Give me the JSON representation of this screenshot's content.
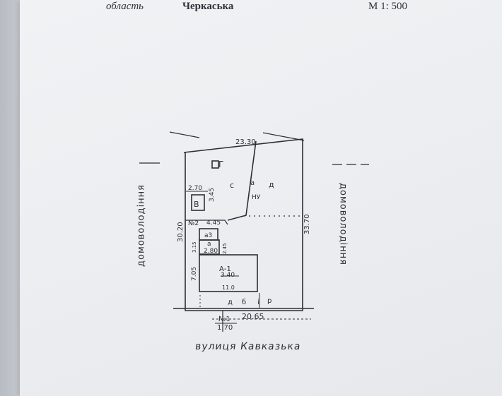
{
  "header": {
    "region_label": "область",
    "region_value": "Черкаська",
    "scale": "М 1: 500"
  },
  "plan": {
    "top_dimension": "23.30",
    "left_dimension": "30.20",
    "right_dimension": "33.70",
    "bottom_dimension": "20.65",
    "street_name": "вулиця Кавказька",
    "left_neighbor": "домоволодіння",
    "right_neighbor": "домоволодіння",
    "buildings": {
      "garage": "Г",
      "v_building": "В",
      "v_width": "2.70",
      "v_depth": "3.45",
      "n2_label": "№2",
      "a2_width": "4.45",
      "a3_label": "а3",
      "a_label": "а",
      "a_width": "2.80",
      "a_depth": "2.45",
      "main_label": "А-1",
      "main_height": "3.40",
      "main_width": "11.0",
      "main_side": "7.05",
      "n1_label": "№1",
      "n1_width": "1.70",
      "upper_side": "3.15"
    },
    "zone_letters": [
      "с",
      "а",
      "д",
      "НУ",
      "д",
      "б",
      "і",
      "р"
    ]
  }
}
